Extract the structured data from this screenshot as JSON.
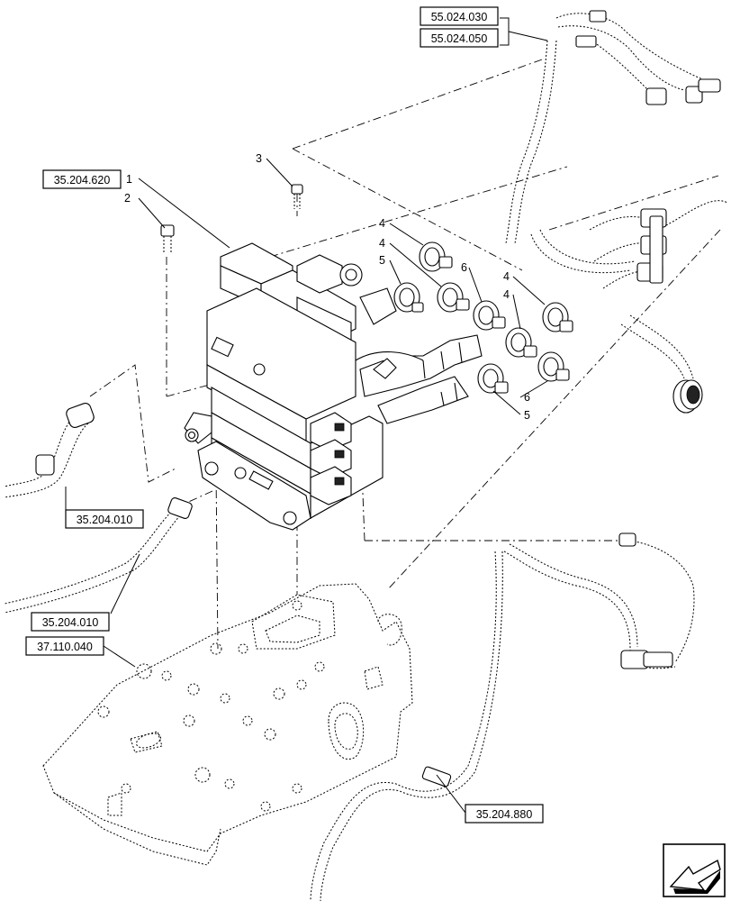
{
  "references": {
    "r_55_024_030": "55.024.030",
    "r_55_024_050": "55.024.050",
    "r_35_204_620": "35.204.620",
    "r_35_204_010_a": "35.204.010",
    "r_35_204_010_b": "35.204.010",
    "r_37_110_040": "37.110.040",
    "r_35_204_880": "35.204.880"
  },
  "callouts": {
    "c1": "1",
    "c2": "2",
    "c3": "3",
    "c4a": "4",
    "c4b": "4",
    "c4c": "4",
    "c4d": "4",
    "c5a": "5",
    "c5b": "5",
    "c6a": "6",
    "c6b": "6"
  },
  "icons": {
    "nav": "next-page-arrow-icon",
    "brand_mark": "case-ih-logo-icon"
  }
}
